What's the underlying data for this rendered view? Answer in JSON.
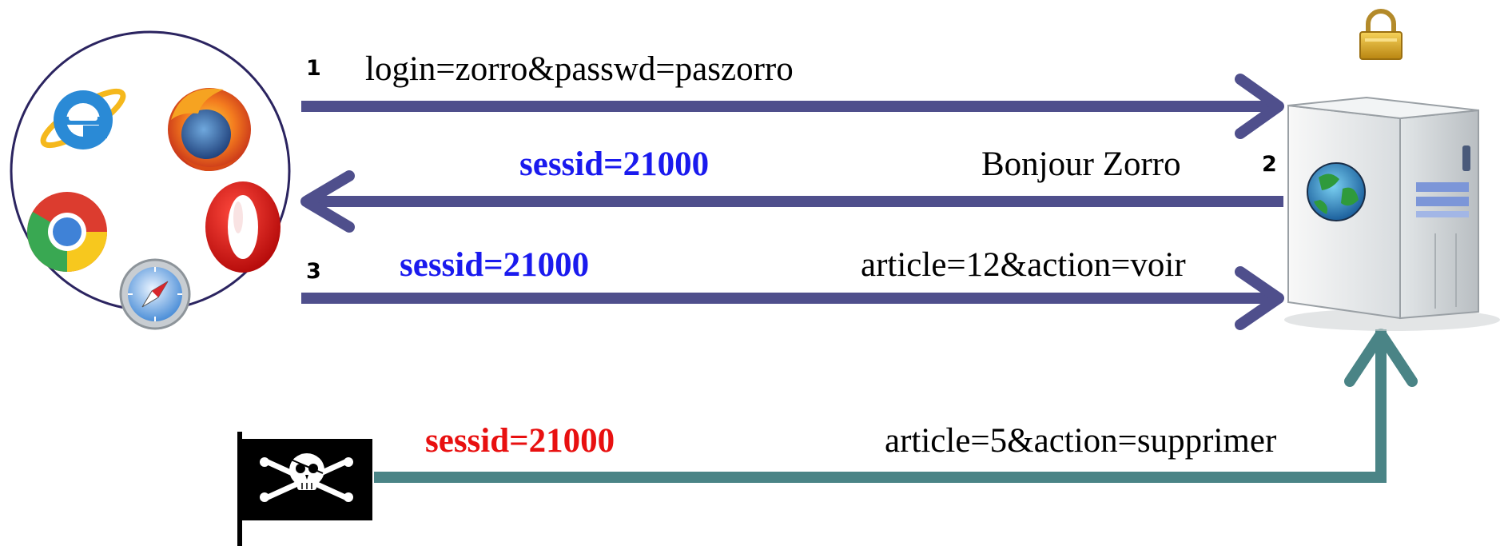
{
  "steps": {
    "step1": {
      "number": "1",
      "message": "login=zorro&passwd=paszorro"
    },
    "step2": {
      "number": "2",
      "message": "Bonjour Zorro",
      "session": "sessid=21000"
    },
    "step3": {
      "number": "3",
      "message": "article=12&action=voir",
      "session": "sessid=21000"
    },
    "attack": {
      "message": "article=5&action=supprimer",
      "session": "sessid=21000"
    }
  },
  "colors": {
    "arrow": "#4f4f8c",
    "attack_arrow": "#4a8486",
    "session_text": "#1a1aee",
    "attack_session_text": "#e81010"
  },
  "icons": [
    "internet-explorer-icon",
    "firefox-icon",
    "chrome-icon",
    "opera-icon",
    "safari-icon",
    "padlock-icon",
    "server-icon",
    "pirate-flag-icon"
  ]
}
